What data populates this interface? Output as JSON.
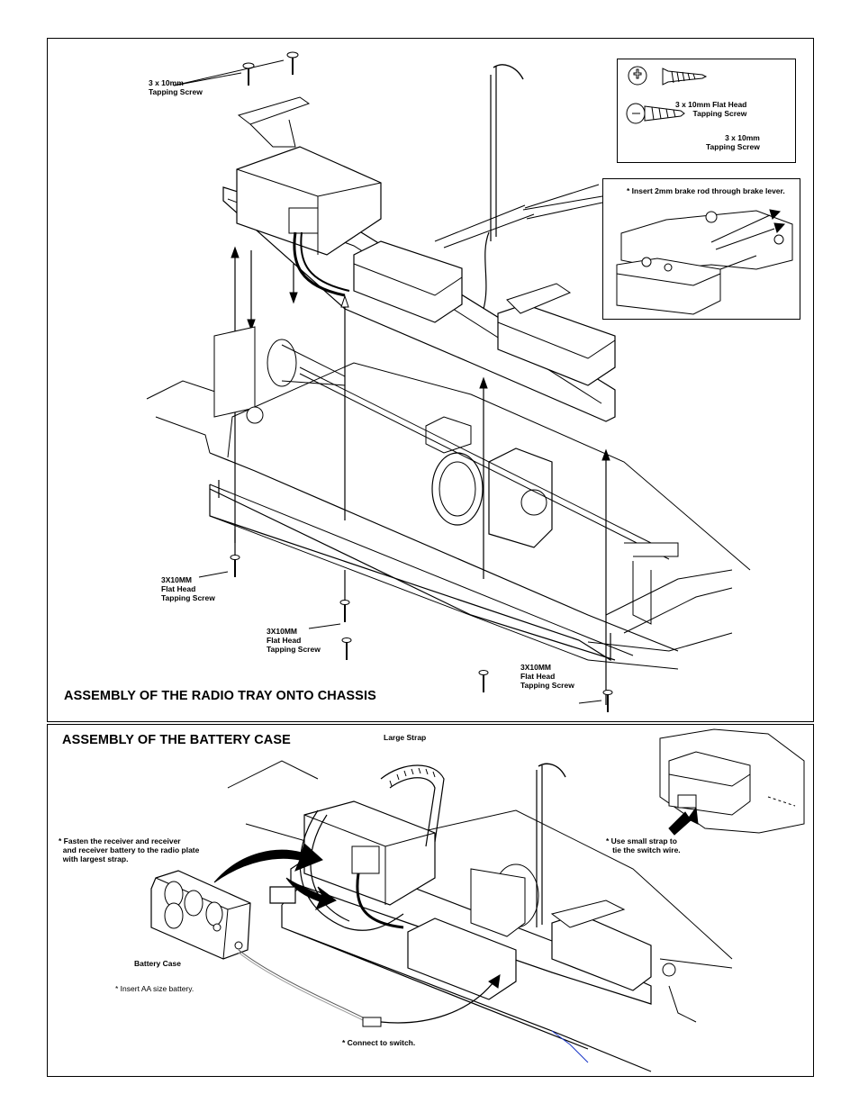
{
  "top_panel": {
    "title": "ASSEMBLY OF THE RADIO TRAY ONTO CHASSIS",
    "callouts": {
      "tapping_screw_top": "3 x 10mm\nTapping Screw",
      "flat_head_left": "3X10MM\nFlat Head\nTapping Screw",
      "flat_head_middle": "3X10MM\nFlat Head\nTapping Screw",
      "flat_head_right": "3X10MM\nFlat Head\nTapping Screw"
    },
    "legend": {
      "flat_head": "3 x 10mm Flat Head\nTapping Screw",
      "tapping": "3 x 10mm\nTapping Screw"
    },
    "inset_note": "* Insert 2mm brake rod through brake lever."
  },
  "bottom_panel": {
    "title": "ASSEMBLY OF THE BATTERY CASE",
    "callouts": {
      "large_strap": "Large Strap",
      "fasten_note": "* Fasten the receiver and receiver\n  and receiver battery to the radio plate\n  with largest strap.",
      "small_strap_note": "* Use small strap to\n   tie the switch wire.",
      "battery_case": "Battery Case",
      "insert_battery": "* Insert AA size battery.",
      "connect_switch": "* Connect to switch."
    }
  }
}
